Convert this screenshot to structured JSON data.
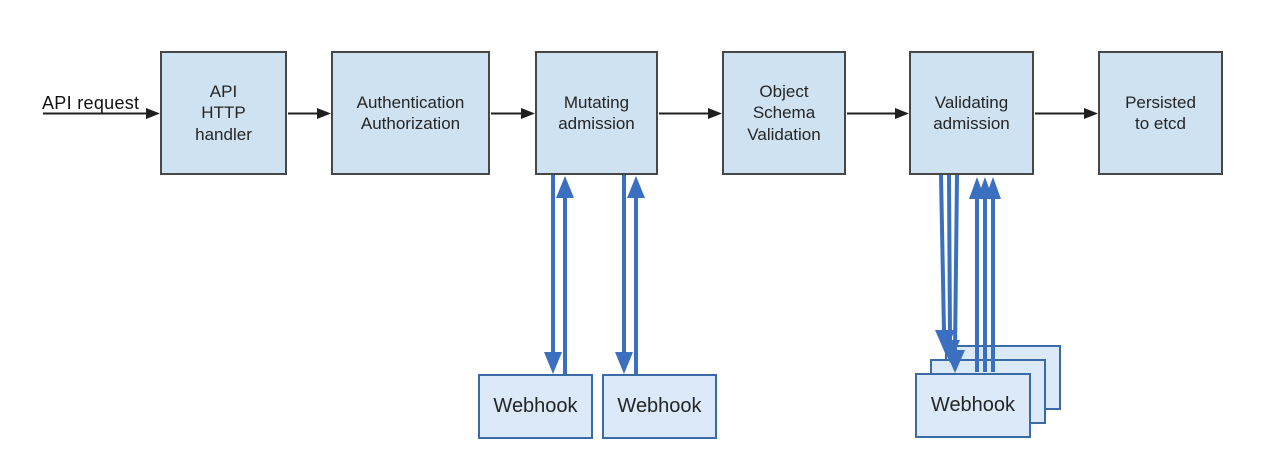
{
  "colors": {
    "background": "#ffffff",
    "stage_fill": "#cfe2f1",
    "stage_border": "#474747",
    "webhook_fill": "#dbe9f8",
    "webhook_border": "#3a6ba5",
    "flow_arrow": "#1f1f1f",
    "webhook_arrow": "#3b6fbf",
    "text": "#252525"
  },
  "flow": {
    "input_label": "API request",
    "stages": [
      {
        "label": "API\nHTTP\nhandler"
      },
      {
        "label": "Authentication\nAuthorization"
      },
      {
        "label": "Mutating\nadmission"
      },
      {
        "label": "Object\nSchema\nValidation"
      },
      {
        "label": "Validating\nadmission"
      },
      {
        "label": "Persisted\nto etcd"
      }
    ]
  },
  "webhooks": {
    "mutating": [
      {
        "label": "Webhook"
      },
      {
        "label": "Webhook"
      }
    ],
    "validating": {
      "label": "Webhook",
      "stack_count": 3
    }
  }
}
